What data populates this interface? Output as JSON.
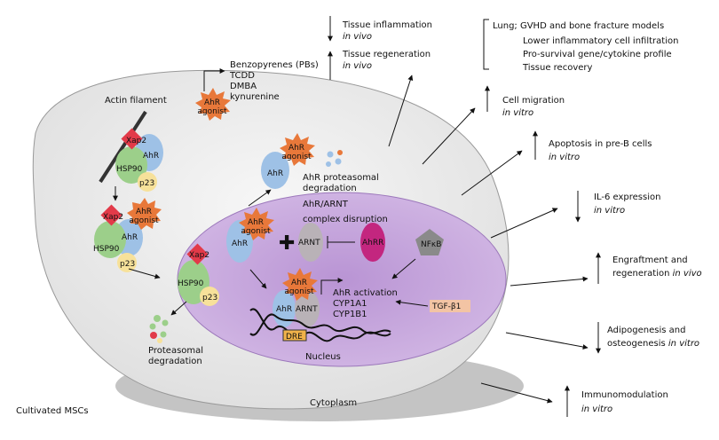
{
  "colors": {
    "cell_fill": "#e9e9e9",
    "cell_shadow": "#bdbdbd",
    "nucleus_outer": "#c9a9de",
    "nucleus_inner": "#ab86c9",
    "ahr": "#9ec1e6",
    "hsp90": "#9ccf8a",
    "p23": "#f7e19a",
    "xap2": "#e23a49",
    "agonist": "#e8783a",
    "arnt": "#b9b2b7",
    "ahrr": "#c3267f",
    "nfkb": "#8a8a8a",
    "tgf": "#f3c4a4",
    "dre": "#f0b24a"
  },
  "cell": {
    "actin_label": "Actin filament",
    "cytoplasm_label": "Cytoplasm",
    "nucleus_label": "Nucleus",
    "msc_label": "Cultivated MSCs"
  },
  "molecules": {
    "ahr": "AhR",
    "hsp90": "HSP90",
    "p23": "p23",
    "xap2": "Xap2",
    "arnt": "ARNT",
    "ahrr": "AhRR",
    "nfkb": "NFκB",
    "tgf": "TGF-β1",
    "dre": "DRE",
    "agonist_line1": "AhR",
    "agonist_line2": "agonist"
  },
  "ligands": {
    "list": [
      "Benzopyrenes (PBs)",
      "TCDD",
      "DMBA",
      "kynurenine"
    ]
  },
  "processes": {
    "proteasomal_deg_line1": "AhR proteasomal",
    "proteasomal_deg_line2": "degradation",
    "complex_line1": "AhR/ARNT",
    "complex_line2": "complex disruption",
    "activation_line1": "AhR activation",
    "activation_line2": "CYP1A1",
    "activation_line3": "CYP1B1",
    "cyto_deg_line1": "Proteasomal",
    "cyto_deg_line2": "degradation"
  },
  "outcomes": {
    "inflammation": {
      "main": "Tissue inflammation",
      "sub": "in vivo"
    },
    "regeneration": {
      "main": "Tissue regeneration",
      "sub": "in vivo"
    },
    "lung": {
      "main": "Lung; GVHD and bone fracture models",
      "items": [
        "Lower inflammatory cell infiltration",
        "Pro-survival gene/cytokine profile",
        "Tissue recovery"
      ]
    },
    "migration": {
      "main": "Cell migration",
      "sub": "in vitro"
    },
    "apoptosis": {
      "main": "Apoptosis in pre-B cells",
      "sub": "in vitro"
    },
    "il6": {
      "main": "IL-6 expression",
      "sub": "in vitro"
    },
    "engraftment": {
      "line1": "Engraftment and",
      "line2": "regeneration",
      "line2_it": "in vivo"
    },
    "adipo": {
      "line1": "Adipogenesis and",
      "line2": "osteogenesis",
      "line2_it": "in vitro"
    },
    "immuno": {
      "main": "Immunomodulation",
      "sub": "in vitro"
    }
  }
}
